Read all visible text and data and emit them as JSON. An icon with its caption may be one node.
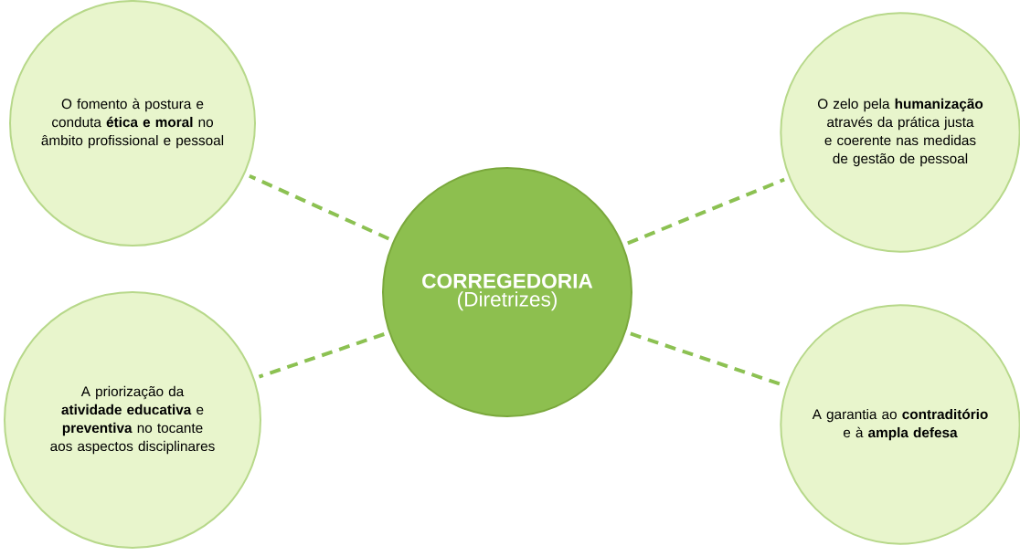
{
  "diagram": {
    "nodes": [
      {
        "text": [
          "O fomento à postura e conduta **ética e moral** no âmbito profissional e pessoal"
        ]
      },
      {
        "text": [
          "O zelo pela **humanização** através da prática justa e coerente nas medidas de gestão de pessoal"
        ]
      },
      {
        "text": [
          "CORREGEDORIA",
          "(Diretrizes)"
        ]
      },
      {
        "text": [
          "A priorização da **atividade educativa** e **preventiva** no tocante aos aspectos disciplinares"
        ]
      },
      {
        "text": [
          "A garantia ao **contraditório** e à **ampla defesa**"
        ]
      }
    ],
    "edges": [
      {
        "from": 2,
        "to": 0,
        "arrow": "none",
        "style": "dashed"
      },
      {
        "from": 2,
        "to": 1,
        "arrow": "none",
        "style": "dashed"
      },
      {
        "from": 2,
        "to": 3,
        "arrow": "none",
        "style": "dashed"
      },
      {
        "from": 2,
        "to": 4,
        "arrow": "none",
        "style": "dashed"
      }
    ]
  }
}
